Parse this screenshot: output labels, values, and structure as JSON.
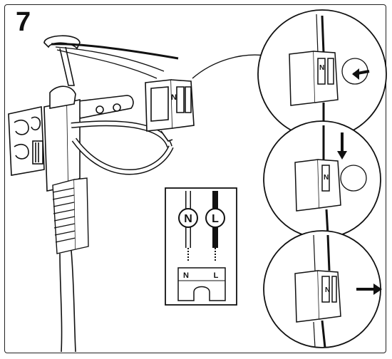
{
  "step": {
    "number": "7"
  },
  "diagram": {
    "wire_neutral_symbol": "N",
    "wire_live_symbol": "L",
    "terminal_neutral_label": "N",
    "terminal_live_label": "L",
    "connector_mark": "N",
    "arrows": [
      "push-in-arrow",
      "press-down-arrow",
      "release-arrow"
    ]
  },
  "colors": {
    "ink": "#111111",
    "paper": "#ffffff",
    "wire_dark": "#111111"
  }
}
